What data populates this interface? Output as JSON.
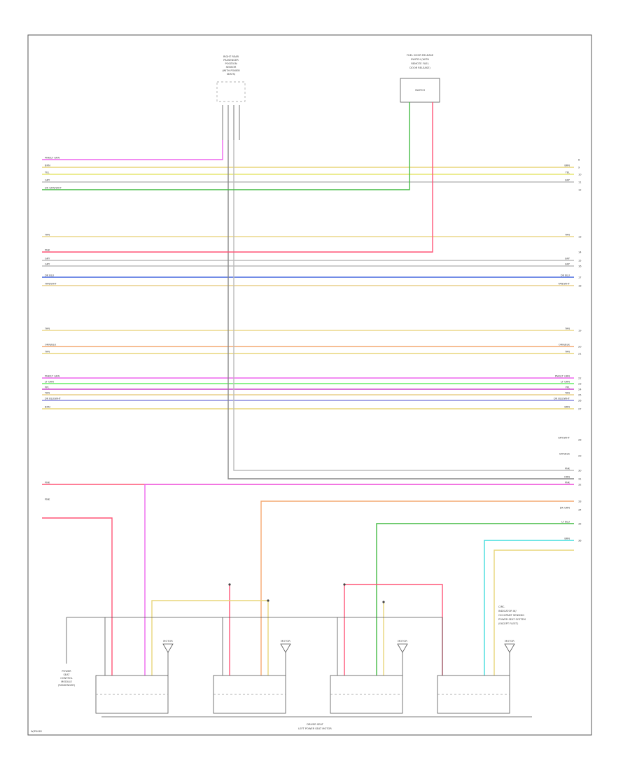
{
  "components": {
    "top_left": {
      "lines": [
        "RIGHT REAR",
        "PASSENGER",
        "POSITION",
        "SENSOR",
        "(WITH POWER",
        "SEATS)"
      ]
    },
    "top_right": {
      "lines": [
        "FUEL DOOR RELEASE",
        "SWITCH (WITH",
        "REMOTE FUEL",
        "DOOR RELEASE)"
      ],
      "box_label": "SWITCH"
    },
    "right_note": {
      "lines": [
        "CIRC.",
        "INDICATOR W/",
        "OCCUPANT SENSING",
        "POWER SEAT SYSTEM",
        "(EXCEPT FLEET)"
      ]
    },
    "left_note": {
      "lines": [
        "POWER",
        "SEAT",
        "CONTROL",
        "MODULE",
        "(PASSENGER)"
      ]
    },
    "motors": [
      "MOTOR",
      "MOTOR",
      "MOTOR",
      "MOTOR"
    ],
    "footer_center": [
      "DRIVER SEAT",
      "LEFT POWER SEAT MOTOR"
    ],
    "footer_left": "W/P0062"
  },
  "wires": [
    {
      "color_hex": "#ee66ee",
      "left_label": "PNK/LT GRN",
      "right_label": ""
    },
    {
      "color_hex": "#e8d67a",
      "left_label": "BRN",
      "right_label": "BRN"
    },
    {
      "color_hex": "#e6e66e",
      "left_label": "YEL",
      "right_label": "YEL"
    },
    {
      "color_hex": "#bbbbbb",
      "left_label": "GRY",
      "right_label": "GRY"
    },
    {
      "color_hex": "#44bb44",
      "left_label": "DK GRN/WHT",
      "right_label": ""
    },
    {
      "color_hex": "#ecd78a",
      "left_label": "TAN",
      "right_label": "TAN"
    },
    {
      "color_hex": "#ff5577",
      "left_label": "PNK",
      "right_label": ""
    },
    {
      "color_hex": "#bbbbbb",
      "left_label": "GRY",
      "right_label": "GRY"
    },
    {
      "color_hex": "#bbbbbb",
      "left_label": "GRY",
      "right_label": "GRY"
    },
    {
      "color_hex": "#4466dd",
      "left_label": "DK BLU",
      "right_label": "DK BLU"
    },
    {
      "color_hex": "#e8cf8a",
      "left_label": "TAN/WHT",
      "right_label": "TAN/WHT"
    },
    {
      "color_hex": "#ecd78a",
      "left_label": "TAN",
      "right_label": "TAN"
    },
    {
      "color_hex": "#f4a870",
      "left_label": "ORN/BLK",
      "right_label": "ORN/BLK"
    },
    {
      "color_hex": "#e8d67a",
      "left_label": "TAN",
      "right_label": "TAN"
    },
    {
      "color_hex": "#ee66ee",
      "left_label": "PNK/LT GRN",
      "right_label": "PNK/LT GRN"
    },
    {
      "color_hex": "#66ee66",
      "left_label": "LT GRN",
      "right_label": "LT GRN"
    },
    {
      "color_hex": "#cc44cc",
      "left_label": "PPL",
      "right_label": "PPL"
    },
    {
      "color_hex": "#e8cf8a",
      "left_label": "TAN",
      "right_label": "TAN"
    },
    {
      "color_hex": "#8888dd",
      "left_label": "DK BLU/WHT",
      "right_label": "DK BLU/WHT"
    },
    {
      "color_hex": "#e8d67a",
      "left_label": "BRN",
      "right_label": "BRN"
    },
    {
      "color_hex": "#bbbbbb",
      "left_label": "",
      "right_label": "GRY/WHT"
    },
    {
      "color_hex": "#888888",
      "left_label": "",
      "right_label": "GRY/BLK"
    },
    {
      "color_hex": "#ee66ee",
      "left_label": "",
      "right_label": "PNK"
    },
    {
      "color_hex": "#f4a870",
      "left_label": "",
      "right_label": "ORN"
    },
    {
      "color_hex": "#ff5577",
      "left_label": "PNK",
      "right_label": "PNK"
    },
    {
      "color_hex": "#ff5577",
      "left_label": "PNK",
      "right_label": ""
    },
    {
      "color_hex": "#44bb44",
      "left_label": "",
      "right_label": "DK GRN"
    },
    {
      "color_hex": "#44dddd",
      "left_label": "",
      "right_label": "LT BLU"
    },
    {
      "color_hex": "#e8d67a",
      "left_label": "",
      "right_label": "BRN"
    }
  ],
  "pins_right": [
    "8",
    "9",
    "10",
    "11",
    "12",
    "13",
    "14",
    "15",
    "16",
    "17",
    "18",
    "19",
    "20",
    "21",
    "22",
    "23",
    "24",
    "25",
    "26",
    "27",
    "28",
    "29",
    "30",
    "31",
    "32",
    "33",
    "34",
    "35",
    "36"
  ]
}
